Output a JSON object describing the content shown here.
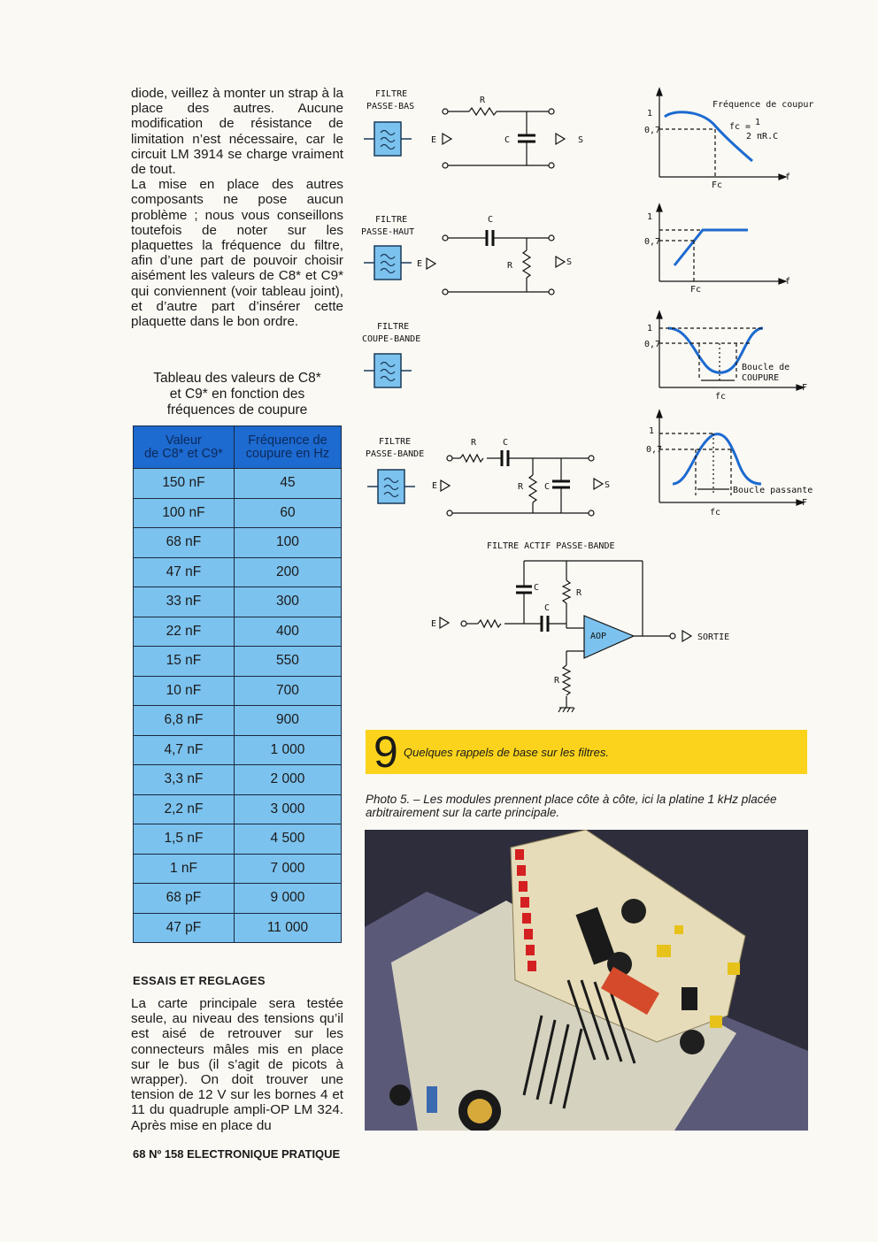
{
  "article": {
    "paragraphs": [
      "diode, veillez à monter un strap à la place des autres. Aucune modification de résistance de limitation n’est nécessaire, car le circuit LM 3914 se charge vraiment de tout.",
      "La mise en place des autres composants ne pose aucun problème ; nous vous conseillons toutefois de noter sur les plaquettes la fréquence du filtre, afin d’une part de pouvoir choisir aisément les valeurs de C8* et C9* qui conviennent (voir tableau joint), et d’autre part d’insérer cette plaquette dans le bon ordre."
    ]
  },
  "table": {
    "title_line1": "Tableau des valeurs de C8*",
    "title_line2": "et C9* en fonction des",
    "title_line3": "fréquences de coupure",
    "header_col1_l1": "Valeur",
    "header_col1_l2": "de C8* et C9*",
    "header_col2_l1": "Fréquence de",
    "header_col2_l2": "coupure en Hz",
    "rows": [
      [
        "150 nF",
        "45"
      ],
      [
        "100 nF",
        "60"
      ],
      [
        "68 nF",
        "100"
      ],
      [
        "47 nF",
        "200"
      ],
      [
        "33 nF",
        "300"
      ],
      [
        "22 nF",
        "400"
      ],
      [
        "15 nF",
        "550"
      ],
      [
        "10 nF",
        "700"
      ],
      [
        "6,8 nF",
        "900"
      ],
      [
        "4,7 nF",
        "1 000"
      ],
      [
        "3,3 nF",
        "2 000"
      ],
      [
        "2,2 nF",
        "3 000"
      ],
      [
        "1,5 nF",
        "4 500"
      ],
      [
        "1 nF",
        "7 000"
      ],
      [
        "68 pF",
        "9 000"
      ],
      [
        "47 pF",
        "11 000"
      ]
    ]
  },
  "essais": {
    "heading": "ESSAIS ET REGLAGES",
    "text": "La carte principale sera testée seule, au niveau des tensions qu’il est aisé de retrouver sur les connecteurs mâles mis en place sur le bus (il s’agit de picots à wrapper). On doit trouver une tension de 12 V sur les bornes 4 et 11 du quadruple ampli-OP LM 324. Après mise en place du"
  },
  "footer": "68 Nº 158 ELECTRONIQUE PRATIQUE",
  "diagram": {
    "filters": [
      {
        "line1": "FILTRE",
        "line2": "PASSE-BAS"
      },
      {
        "line1": "FILTRE",
        "line2": "PASSE-HAUT"
      },
      {
        "line1": "FILTRE",
        "line2": "COUPE-BANDE"
      },
      {
        "line1": "FILTRE",
        "line2": "PASSE-BANDE"
      }
    ],
    "labels": {
      "E": "E",
      "S": "S",
      "R": "R",
      "C": "C",
      "one": "1",
      "zero7": "0,7",
      "f": "f",
      "F": "F",
      "Fc": "Fc",
      "fc": "fc"
    },
    "curve1_title": "Fréquence de coupure",
    "formula_left": "fc =",
    "formula_num": "1",
    "formula_den": "2 πR.C",
    "boucle_coupure_1": "Boucle de",
    "boucle_coupure_2": "COUPURE",
    "boucle_passante": "Boucle passante",
    "actif_title": "FILTRE ACTIF PASSE-BANDE",
    "aop": "AOP",
    "sortie": "SORTIE"
  },
  "figure": {
    "number": "9",
    "caption": "Quelques rappels de base sur les filtres."
  },
  "photo_caption": "Photo 5. – Les modules prennent place côte à côte, ici la platine 1 kHz placée arbitrairement sur la carte principale."
}
